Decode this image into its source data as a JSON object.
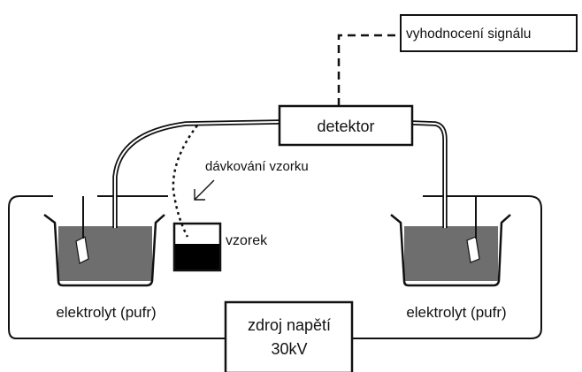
{
  "labels": {
    "signal": "vyhodnocení signálu",
    "detector": "detektor",
    "injection": "dávkování vzorku",
    "sample": "vzorek",
    "electrolyte_left": "elektrolyt (pufr)",
    "electrolyte_right": "elektrolyt (pufr)",
    "power_line1": "zdroj napětí",
    "power_line2": "30kV"
  },
  "colors": {
    "line": "#111111",
    "electrolyte": "#6e6e6e",
    "sample_fill": "#000000",
    "background": "#ffffff"
  }
}
